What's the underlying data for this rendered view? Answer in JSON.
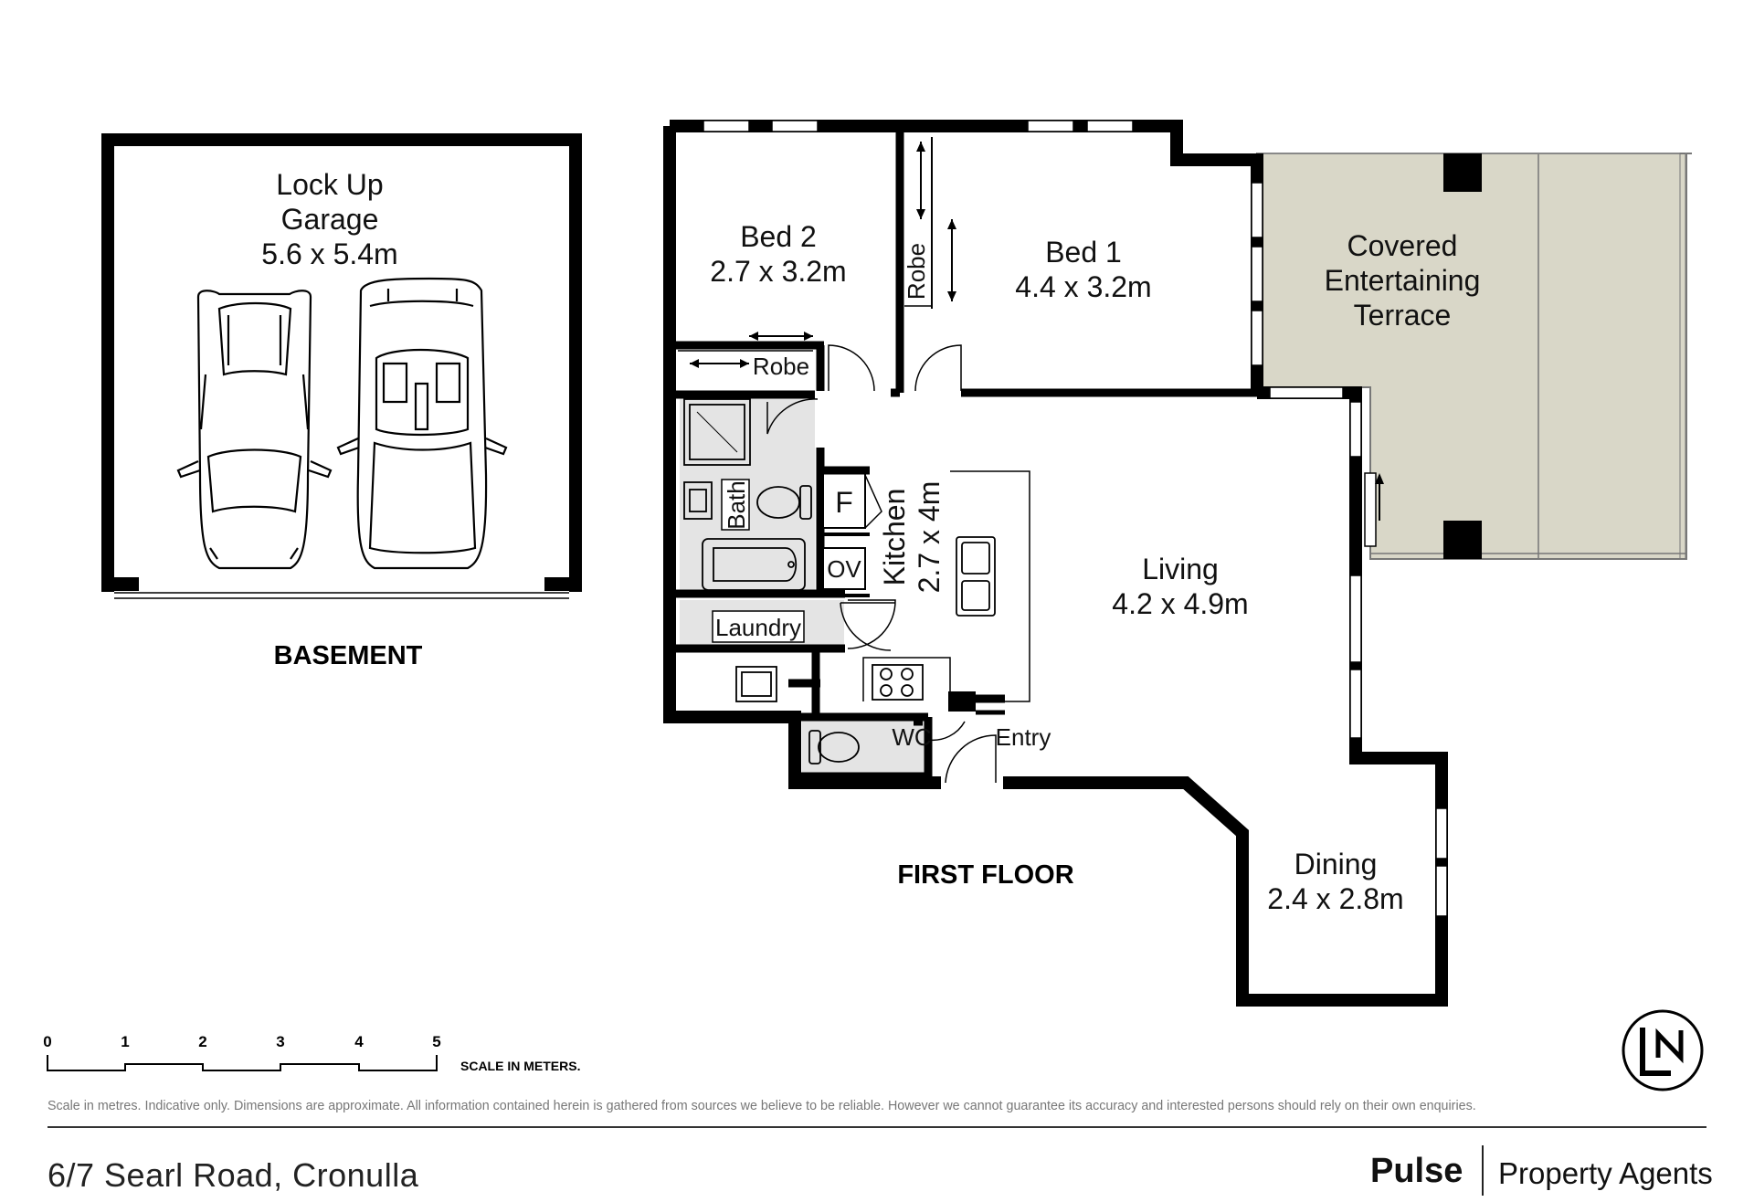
{
  "basement": {
    "garage_lines": [
      "Lock Up",
      "Garage",
      "5.6 x 5.4m"
    ],
    "section_label": "BASEMENT"
  },
  "first_floor": {
    "section_label": "FIRST FLOOR",
    "bed2": [
      "Bed 2",
      "2.7 x 3.2m"
    ],
    "bed1": [
      "Bed 1",
      "4.4 x 3.2m"
    ],
    "terrace": [
      "Covered",
      "Entertaining",
      "Terrace"
    ],
    "living": [
      "Living",
      "4.2 x 4.9m"
    ],
    "dining": [
      "Dining",
      "2.4 x 2.8m"
    ],
    "kitchen": [
      "Kitchen",
      "2.7 x 4m"
    ],
    "robe_bed1": "Robe",
    "robe_bed2": "Robe",
    "bath": "Bath",
    "fridge": "F",
    "oven": "OV",
    "laundry": "Laundry",
    "wc": "WC",
    "entry": "Entry"
  },
  "scale": {
    "ticks": [
      "0",
      "1",
      "2",
      "3",
      "4",
      "5"
    ],
    "caption": "SCALE IN METERS."
  },
  "footer": {
    "disclaimer": "Scale in metres. Indicative only. Dimensions are approximate. All information contained herein is gathered from sources we believe to be reliable. However we cannot guarantee its accuracy and interested persons should rely on their own enquiries.",
    "address": "6/7 Searl Road, Cronulla",
    "brand": "Pulse",
    "brand_sub": "Property Agents"
  },
  "colors": {
    "wall": "#000000",
    "terrace_fill": "#d9d7c8",
    "wet_area_fill": "#e4e4e4"
  },
  "icons": [
    "north-arrow-icon",
    "car-icon",
    "toilet-icon",
    "bathtub-icon",
    "shower-icon",
    "sink-icon",
    "cooktop-icon"
  ]
}
